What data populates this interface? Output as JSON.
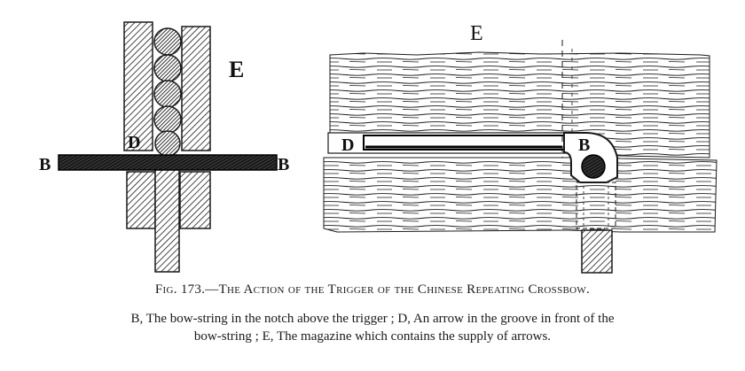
{
  "figure": {
    "left_diagram": {
      "label_magazine": "E",
      "label_arrow": "D",
      "label_string_left": "B",
      "label_string_right": "B"
    },
    "right_diagram": {
      "label_magazine": "E",
      "label_arrow": "D",
      "label_string": "B"
    }
  },
  "caption": {
    "fig_number": "Fig. 173.",
    "dash": "—",
    "title": "The Action of the Trigger of the Chinese Repeating Crossbow."
  },
  "legend": {
    "line1": "B, The bow-string in the notch above the trigger ; D, An arrow in the groove in front of the",
    "line2": "bow-string ; E, The magazine which contains the supply of arrows."
  },
  "colors": {
    "ink": "#1a1a1a",
    "paper": "#ffffff"
  }
}
